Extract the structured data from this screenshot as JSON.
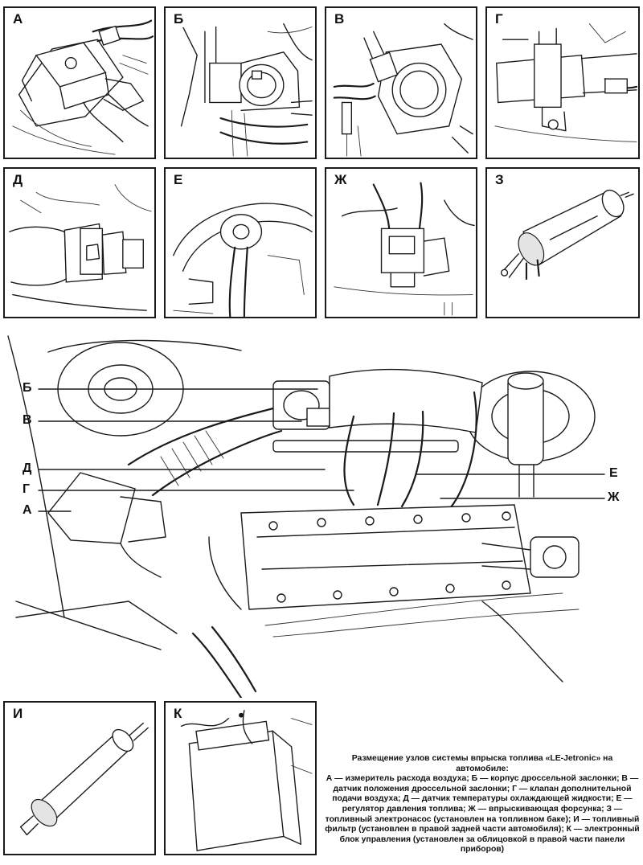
{
  "panels": [
    {
      "id": "a",
      "label": "А",
      "name": "air-flow-meter"
    },
    {
      "id": "b",
      "label": "Б",
      "name": "throttle-body"
    },
    {
      "id": "v",
      "label": "В",
      "name": "throttle-position-sensor"
    },
    {
      "id": "g",
      "label": "Г",
      "name": "auxiliary-air-valve"
    },
    {
      "id": "d",
      "label": "Д",
      "name": "coolant-temperature-sensor"
    },
    {
      "id": "e",
      "label": "Е",
      "name": "fuel-pressure-regulator"
    },
    {
      "id": "zh",
      "label": "Ж",
      "name": "injector"
    },
    {
      "id": "z",
      "label": "З",
      "name": "electric-fuel-pump"
    },
    {
      "id": "i",
      "label": "И",
      "name": "fuel-filter"
    },
    {
      "id": "k",
      "label": "К",
      "name": "electronic-control-unit"
    }
  ],
  "callouts": {
    "b": "Б",
    "v": "В",
    "d": "Д",
    "g": "Г",
    "a": "А",
    "e": "Е",
    "zh": "Ж"
  },
  "caption": {
    "title": "Размещение узлов системы впрыска топлива «LE-Jetronic» на автомобиле:",
    "body": "А — измеритель расхода воздуха; Б — корпус дроссельной заслонки; В — датчик положения дроссельной заслонки; Г — клапан дополнительной подачи воздуха; Д — датчик температуры охлаждающей жидкости; Е — регулятор давления топлива; Ж — впрыскивающая форсунка; З — топливный электронасос (установлен на топливном баке); И — топливный фильтр (установлен в правой задней части автомобиля); К — электронный блок управления (установлен за облицовкой в правой части панели приборов)"
  }
}
